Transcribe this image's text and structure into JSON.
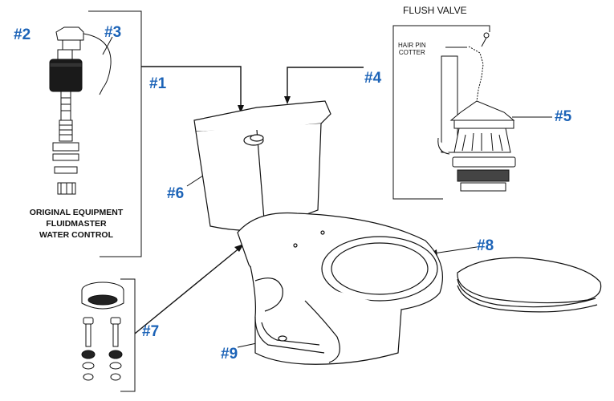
{
  "callouts": {
    "c1": "#1",
    "c2": "#2",
    "c3": "#3",
    "c4": "#4",
    "c5": "#5",
    "c6": "#6",
    "c7": "#7",
    "c8": "#8",
    "c9": "#9"
  },
  "fill_valve_caption": {
    "line1": "ORIGINAL EQUIPMENT",
    "line2": "FLUIDMASTER",
    "line3": "WATER CONTROL"
  },
  "flush_valve": {
    "title": "FLUSH VALVE",
    "hair_pin_line1": "HAIR PIN",
    "hair_pin_line2": "COTTER"
  },
  "colors": {
    "callout": "#1c63b7",
    "line": "#111111"
  }
}
